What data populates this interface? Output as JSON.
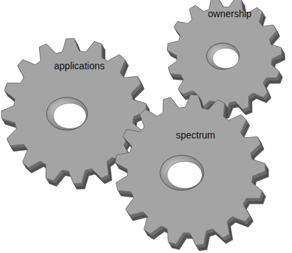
{
  "diagram": {
    "nodes": [
      {
        "text": [
          "applications"
        ]
      },
      {
        "text": [
          "ownership"
        ]
      },
      {
        "text": [
          "spectrum"
        ]
      }
    ]
  }
}
